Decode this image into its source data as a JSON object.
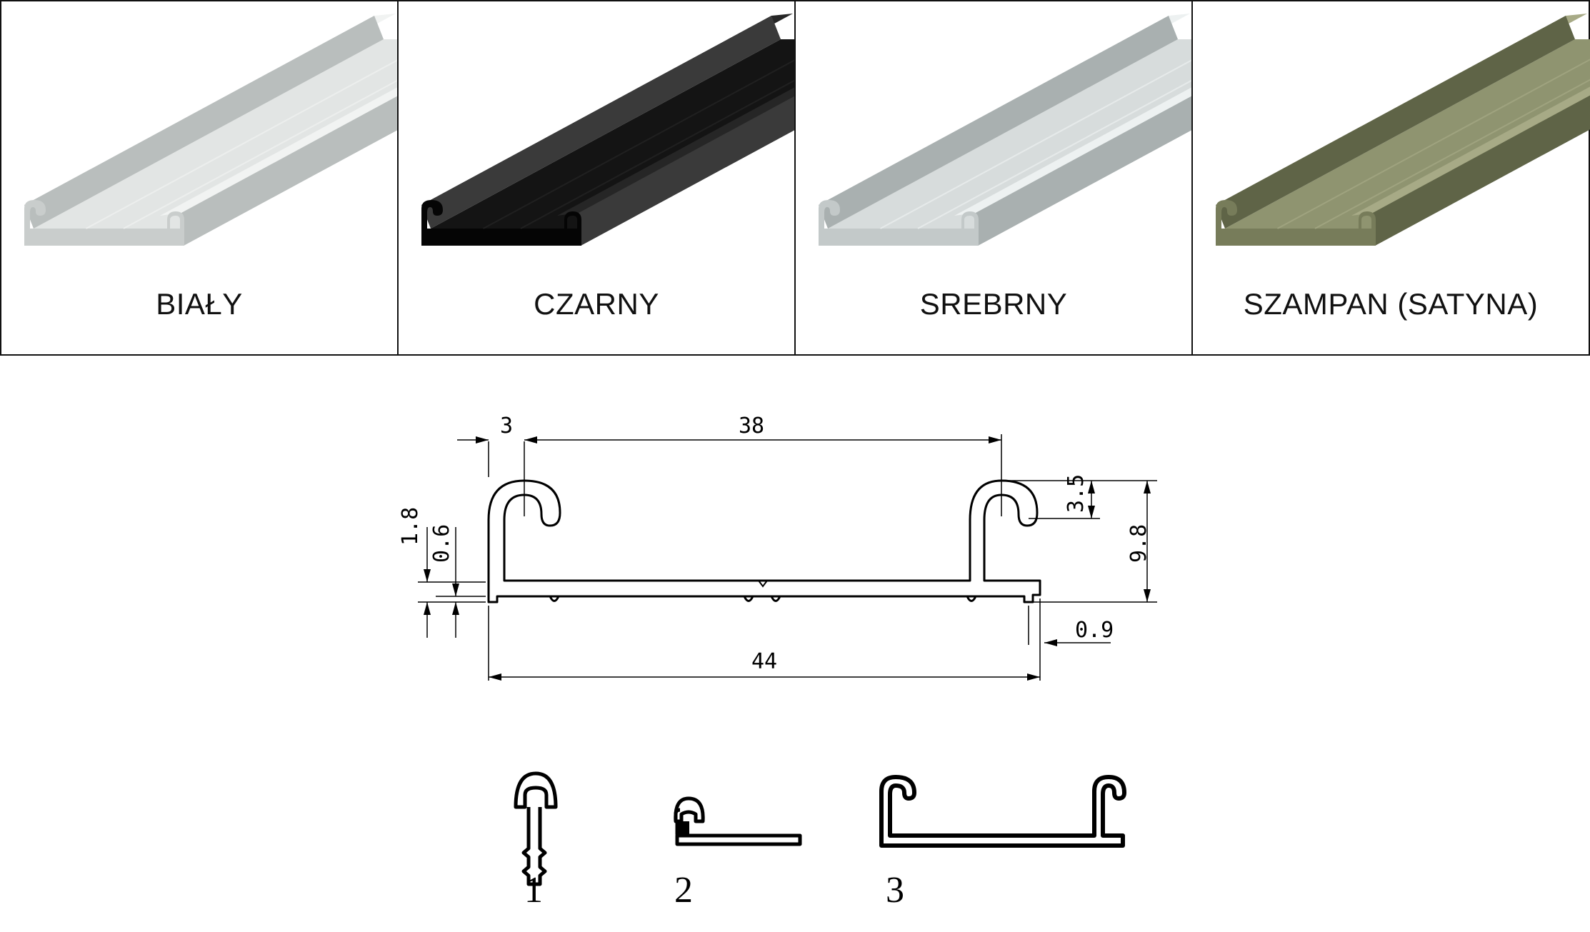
{
  "variants": [
    {
      "label": "BIAŁY",
      "colors": {
        "top": "#f1f3f2",
        "mid": "#e2e5e4",
        "front": "#c9cdcc",
        "edge": "#b9bebd"
      }
    },
    {
      "label": "CZARNY",
      "colors": {
        "top": "#262626",
        "mid": "#141414",
        "front": "#050505",
        "edge": "#3a3a3a"
      }
    },
    {
      "label": "SREBRNY",
      "colors": {
        "top": "#edf1f1",
        "mid": "#d7dcdc",
        "front": "#c3c9c9",
        "edge": "#a9b0b0"
      }
    },
    {
      "label": "SZAMPAN (SATYNA)",
      "colors": {
        "top": "#a7aa86",
        "mid": "#8f9470",
        "front": "#777c5a",
        "edge": "#5f6447"
      }
    }
  ],
  "cross_section": {
    "dimensions": {
      "top_left": "3",
      "top_span": "38",
      "hook_depth": "3.5",
      "total_height": "9.8",
      "left_outer": "1.8",
      "left_inner": "0.6",
      "bottom_offset": "0.9",
      "total_width": "44"
    }
  },
  "usage_variants": [
    "1",
    "2",
    "3"
  ]
}
